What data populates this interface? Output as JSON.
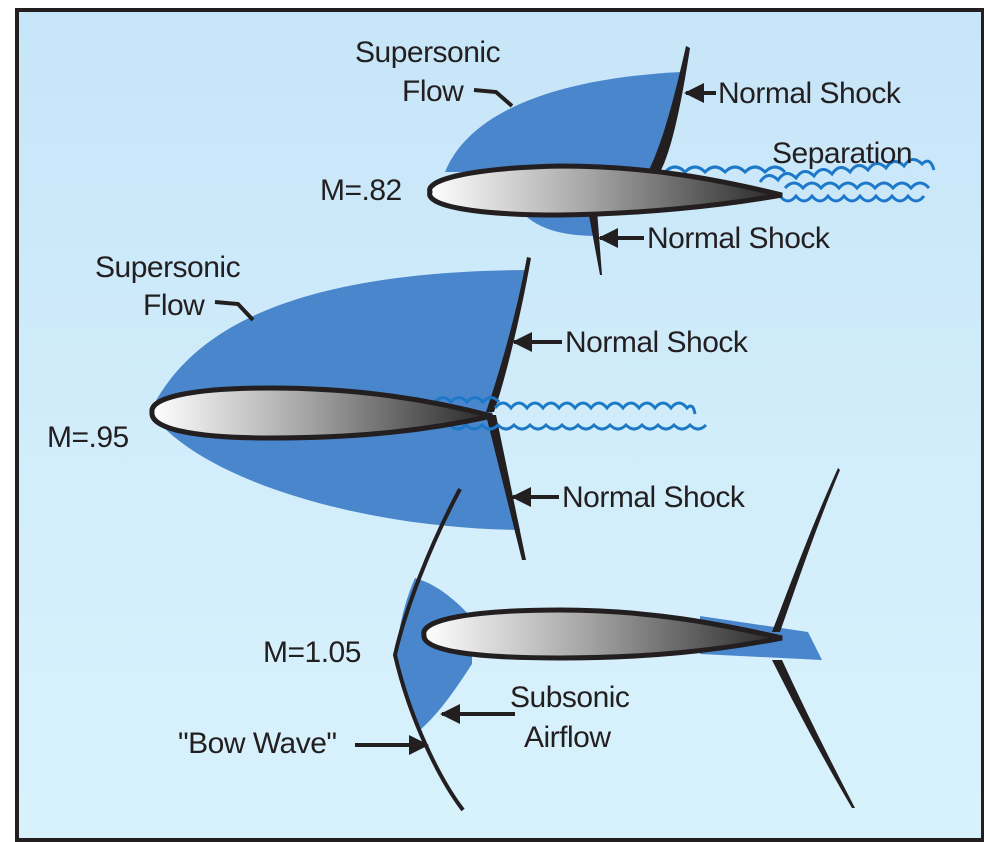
{
  "colors": {
    "frame": "#231f20",
    "background_top": "#c6e5f8",
    "background_bottom": "#d8f2fc",
    "flow_region": "#4a86cc",
    "shock_line": "#231f20",
    "separation_vortex": "#1e78c8",
    "airfoil_light": "#ffffff",
    "airfoil_dark": "#2a2a2a"
  },
  "panels": [
    {
      "mach_label": "M=.82",
      "labels": {
        "supersonic_line1": "Supersonic",
        "supersonic_line2": "Flow",
        "normal_shock_top": "Normal Shock",
        "normal_shock_bottom": "Normal Shock",
        "separation": "Separation"
      }
    },
    {
      "mach_label": "M=.95",
      "labels": {
        "supersonic_line1": "Supersonic",
        "supersonic_line2": "Flow",
        "normal_shock_top": "Normal Shock",
        "normal_shock_bottom": "Normal Shock"
      }
    },
    {
      "mach_label": "M=1.05",
      "labels": {
        "subsonic_line1": "Subsonic",
        "subsonic_line2": "Airflow",
        "bow_wave": "\"Bow Wave\""
      }
    }
  ]
}
